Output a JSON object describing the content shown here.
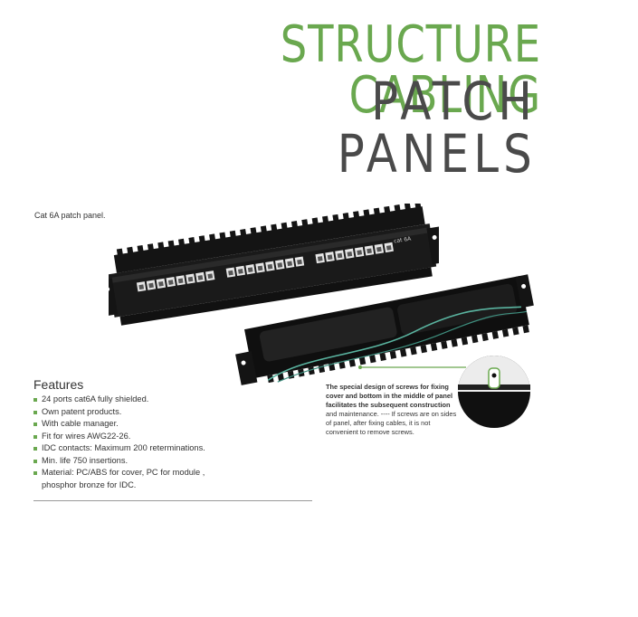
{
  "header": {
    "title_line1": "STRUCTURE CABLING",
    "title_line2": "PATCH PANELS"
  },
  "product": {
    "caption": "Cat 6A patch panel.",
    "panel_label": "cat 6A"
  },
  "features": {
    "title": "Features",
    "items": [
      "24 ports cat6A fully shielded.",
      "Own patent products.",
      "With cable manager.",
      "Fit for wires AWG22-26.",
      "IDC contacts: Maximum 200 reterminations.",
      "Min.  life 750  insertions.",
      "Material: PC/ABS for cover, PC for module ,"
    ],
    "item_cont": "phosphor bronze for IDC."
  },
  "note": {
    "bold_text": "The special design of screws for fixing cover and bottom in the middle of panel facilitates the subsequent construction",
    "normal_text": "and maintenance. ---- If screws are on sides of panel, after fixing cables, it is not convenient to remove screws."
  },
  "colors": {
    "accent_green": "#6aa84f",
    "title_gray": "#4a4a4a",
    "panel_black": "#141414"
  }
}
